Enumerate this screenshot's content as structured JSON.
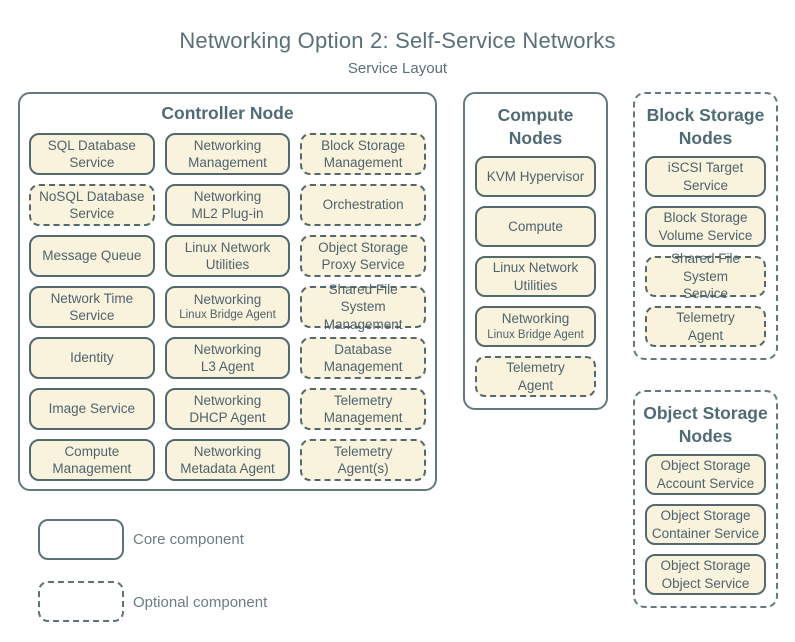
{
  "title": "Networking Option 2: Self-Service Networks",
  "subtitle": "Service Layout",
  "colors": {
    "background": "#ffffff",
    "box_fill": "#f9f2dc",
    "box_border": "#54696d",
    "container_border": "#64797f",
    "box_text": "#4e646d",
    "heading_text": "#506b76",
    "title_text": "#587078",
    "legend_text": "#6d7c82"
  },
  "containers": {
    "controller": {
      "label": "Controller Node",
      "type": "core",
      "items": [
        {
          "line1": "SQL Database",
          "line2": "Service",
          "type": "core"
        },
        {
          "line1": "Networking",
          "line2": "Management",
          "type": "core"
        },
        {
          "line1": "Block Storage",
          "line2": "Management",
          "type": "optional"
        },
        {
          "line1": "NoSQL Database",
          "line2": "Service",
          "type": "optional"
        },
        {
          "line1": "Networking",
          "line2": "ML2 Plug-in",
          "type": "core"
        },
        {
          "line1": "Orchestration",
          "type": "optional"
        },
        {
          "line1": "Message Queue",
          "type": "core"
        },
        {
          "line1": "Linux Network",
          "line2": "Utilities",
          "type": "core"
        },
        {
          "line1": "Object Storage",
          "line2": "Proxy Service",
          "type": "optional"
        },
        {
          "line1": "Network Time",
          "line2": "Service",
          "type": "core"
        },
        {
          "line1": "Networking",
          "line2": "Linux Bridge Agent",
          "line2_size": "small",
          "type": "core"
        },
        {
          "line1": "Shared File System",
          "line2": "Management",
          "type": "optional"
        },
        {
          "line1": "Identity",
          "type": "core"
        },
        {
          "line1": "Networking",
          "line2": "L3 Agent",
          "type": "core"
        },
        {
          "line1": "Database",
          "line2": "Management",
          "type": "optional"
        },
        {
          "line1": "Image Service",
          "type": "core"
        },
        {
          "line1": "Networking",
          "line2": "DHCP Agent",
          "type": "core"
        },
        {
          "line1": "Telemetry",
          "line2": "Management",
          "type": "optional"
        },
        {
          "line1": "Compute",
          "line2": "Management",
          "type": "core"
        },
        {
          "line1": "Networking",
          "line2": "Metadata Agent",
          "type": "core"
        },
        {
          "line1": "Telemetry",
          "line2": "Agent(s)",
          "type": "optional"
        }
      ]
    },
    "compute": {
      "label": "Compute Nodes",
      "type": "core",
      "items": [
        {
          "line1": "KVM Hypervisor",
          "type": "core"
        },
        {
          "line1": "Compute",
          "type": "core"
        },
        {
          "line1": "Linux Network",
          "line2": "Utilities",
          "type": "core"
        },
        {
          "line1": "Networking",
          "line2": "Linux Bridge Agent",
          "line2_size": "small",
          "type": "core"
        },
        {
          "line1": "Telemetry",
          "line2": "Agent",
          "type": "optional"
        }
      ]
    },
    "block_storage": {
      "label": "Block Storage Nodes",
      "type": "optional",
      "items": [
        {
          "line1": "iSCSI Target",
          "line2": "Service",
          "type": "core"
        },
        {
          "line1": "Block Storage",
          "line2": "Volume Service",
          "type": "core"
        },
        {
          "line1": "Shared File System",
          "line2": "Service",
          "type": "optional"
        },
        {
          "line1": "Telemetry",
          "line2": "Agent",
          "type": "optional"
        }
      ]
    },
    "object_storage": {
      "label": "Object Storage Nodes",
      "type": "optional",
      "items": [
        {
          "line1": "Object Storage",
          "line2": "Account Service",
          "type": "core"
        },
        {
          "line1": "Object Storage",
          "line2": "Container Service",
          "type": "core"
        },
        {
          "line1": "Object Storage",
          "line2": "Object Service",
          "type": "core"
        }
      ]
    }
  },
  "legend": {
    "core": {
      "label": "Core component",
      "type": "core"
    },
    "optional": {
      "label": "Optional component",
      "type": "optional"
    }
  }
}
